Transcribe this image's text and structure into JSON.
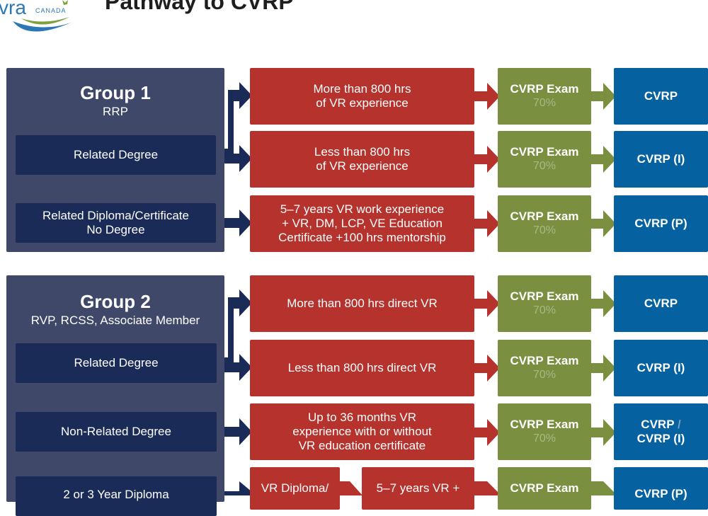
{
  "header": {
    "title": "Pathway to CVRP",
    "logo": {
      "text": "vra",
      "subtext": "CANADA",
      "icon": "maple-leaf-icon"
    }
  },
  "colors": {
    "group_bg": "#3f4869",
    "source_bg": "#1a2b57",
    "requirement_bg": "#b5322d",
    "exam_bg": "#7a9040",
    "designation_bg": "#05619f"
  },
  "groups": [
    {
      "title": "Group 1",
      "subtitle": "RRP",
      "sources": [
        {
          "label": "Related Degree"
        },
        {
          "label": "Related Diploma/Certificate\nNo Degree"
        }
      ],
      "rows": [
        {
          "requirement": "More than 800 hrs\nof VR experience",
          "exam": "CVRP Exam",
          "pass": "70%",
          "designation": "CVRP"
        },
        {
          "requirement": "Less than 800 hrs\nof VR experience",
          "exam": "CVRP Exam",
          "pass": "70%",
          "designation": "CVRP (I)"
        },
        {
          "requirement": "5–7 years VR work experience\n+ VR, DM, LCP, VE Education\nCertificate +100 hrs mentorship",
          "exam": "CVRP Exam",
          "pass": "70%",
          "designation": "CVRP (P)"
        }
      ]
    },
    {
      "title": "Group 2",
      "subtitle": "RVP, RCSS, Associate Member",
      "sources": [
        {
          "label": "Related Degree"
        },
        {
          "label": "Non-Related Degree"
        },
        {
          "label": "2 or 3 Year Diploma"
        }
      ],
      "rows": [
        {
          "requirement": "More than 800 hrs direct VR",
          "exam": "CVRP Exam",
          "pass": "70%",
          "designation": "CVRP"
        },
        {
          "requirement": "Less than 800 hrs direct VR",
          "exam": "CVRP Exam",
          "pass": "70%",
          "designation": "CVRP (I)"
        },
        {
          "requirement": "Up to 36 months VR\nexperience with or without\nVR education certificate",
          "exam": "CVRP Exam",
          "pass": "70%",
          "designation_a": "CVRP",
          "designation_sep": "/",
          "designation_b": "CVRP (I)"
        },
        {
          "requirement_a": "VR Diploma/",
          "requirement_b": "5–7 years VR +",
          "exam": "CVRP Exam",
          "designation": "CVRP (P)"
        }
      ]
    }
  ]
}
